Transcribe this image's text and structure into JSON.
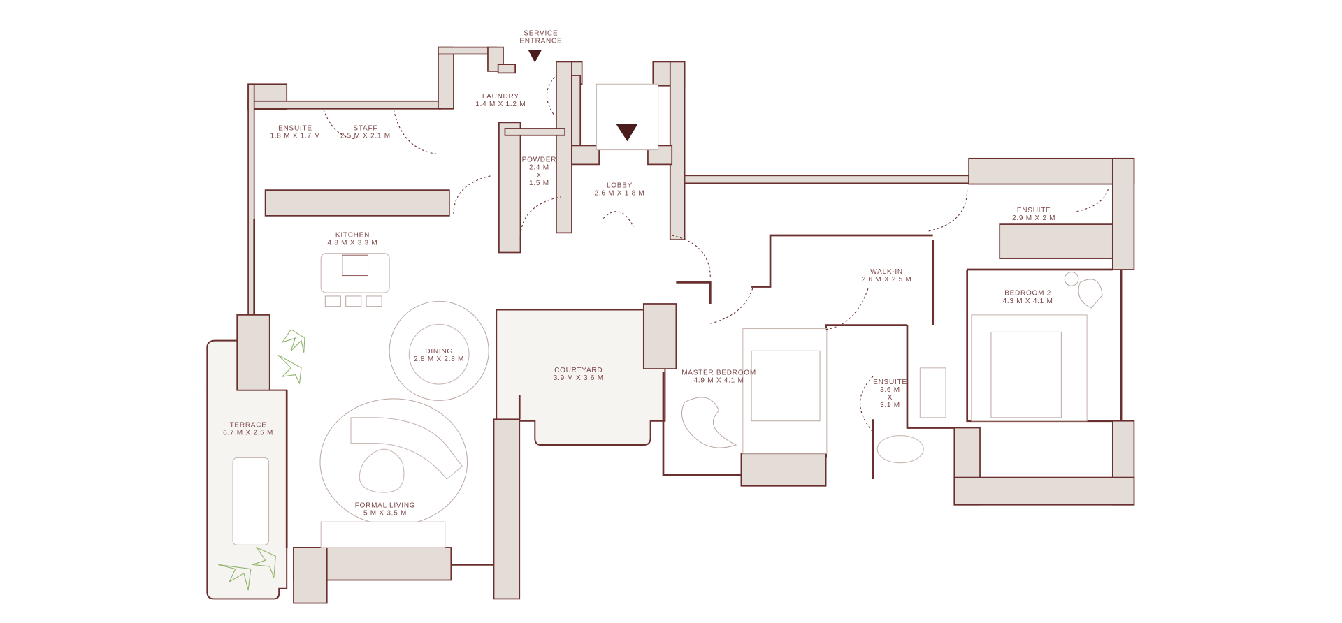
{
  "entrance": {
    "line1": "SERVICE",
    "line2": "ENTRANCE"
  },
  "rooms": {
    "laundry": {
      "name": "LAUNDRY",
      "dims": "1.4 M X 1.2 M"
    },
    "staff_ensuite": {
      "name": "ENSUITE",
      "dims": "1.8 M X 1.7 M"
    },
    "staff": {
      "name": "STAFF",
      "dims": "2.5 M X 2.1 M"
    },
    "powder": {
      "name": "POWDER",
      "dims1": "2.4 M",
      "dims2": "X",
      "dims3": "1.5 M"
    },
    "lobby": {
      "name": "LOBBY",
      "dims": "2.6 M X 1.8 M"
    },
    "kitchen": {
      "name": "KITCHEN",
      "dims": "4.8 M X 3.3 M"
    },
    "dining": {
      "name": "DINING",
      "dims": "2.8 M X 2.8 M"
    },
    "courtyard": {
      "name": "COURTYARD",
      "dims": "3.9 M X 3.6 M"
    },
    "terrace": {
      "name": "TERRACE",
      "dims": "6.7 M X 2.5 M"
    },
    "formal_living": {
      "name": "FORMAL LIVING",
      "dims": "5 M X 3.5 M"
    },
    "master_bedroom": {
      "name": "MASTER BEDROOM",
      "dims": "4.9 M X 4.1 M"
    },
    "walk_in": {
      "name": "WALK-IN",
      "dims": "2.6 M X 2.5 M"
    },
    "master_ensuite": {
      "name": "ENSUITE",
      "dims1": "3.6 M",
      "dims2": "X",
      "dims3": "3.1 M"
    },
    "bedroom2_ensuite": {
      "name": "ENSUITE",
      "dims": "2.9 M X 2 M"
    },
    "bedroom2": {
      "name": "BEDROOM 2",
      "dims": "4.3 M X 4.1 M"
    }
  },
  "colors": {
    "wall": "#e4ddd7",
    "line": "#6a2f2f",
    "text": "#7a4646",
    "plant": "#8fb36a",
    "arrow": "#4a1c1c"
  }
}
